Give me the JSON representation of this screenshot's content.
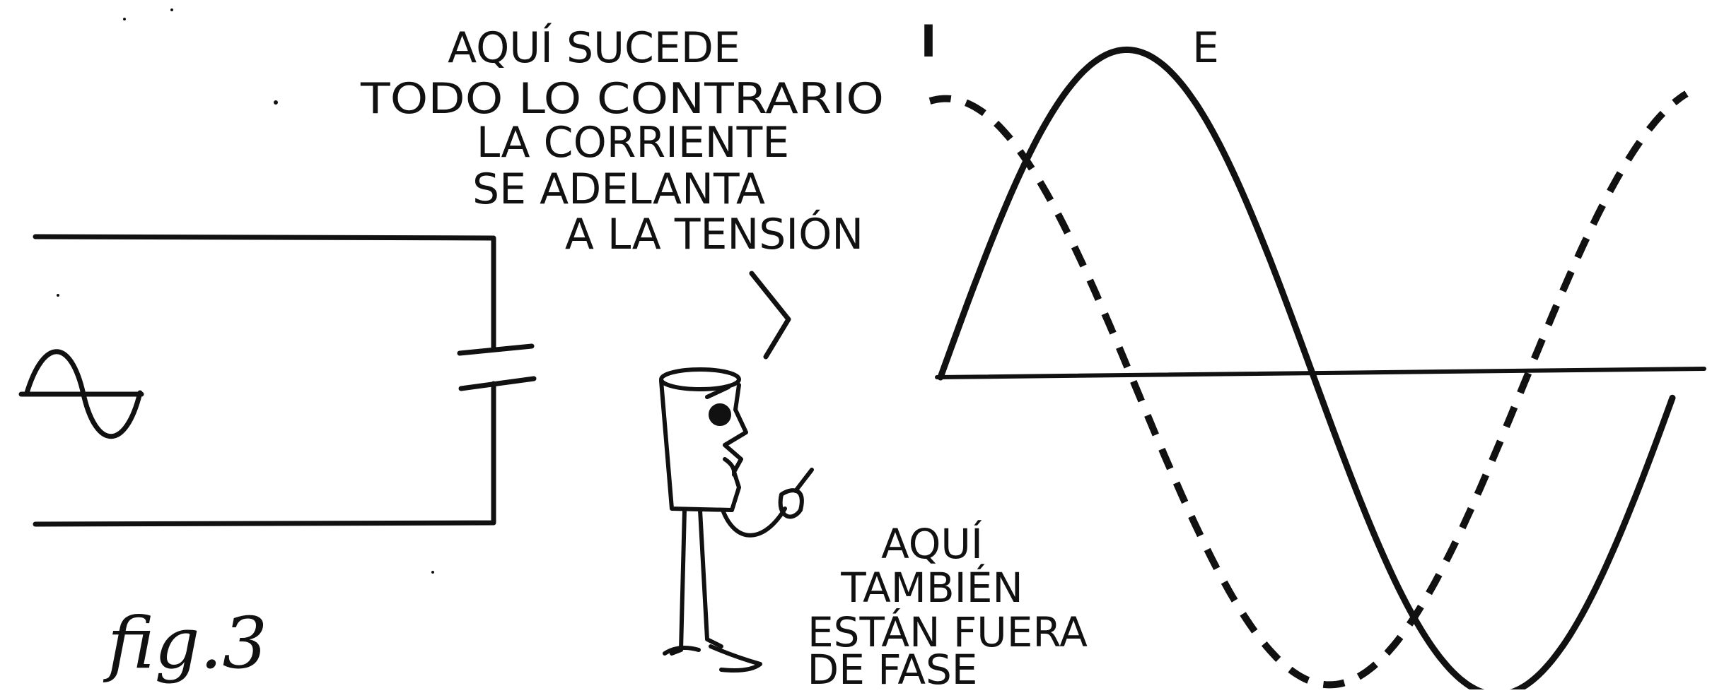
{
  "speech_bubble": {
    "lines": [
      "AQUÍ SUCEDE",
      "TODO LO CONTRARIO",
      "LA CORRIENTE",
      "SE ADELANTA",
      "A LA TENSIÓN"
    ]
  },
  "bottom_note": {
    "lines": [
      "AQUÍ",
      "TAMBIÉN",
      "ESTÁN FUERA",
      "DE FASE"
    ]
  },
  "wave_labels": {
    "current": "I",
    "voltage": "E"
  },
  "figure_label": "fig.3",
  "colors": {
    "ink": "#111111",
    "paper": "#ffffff"
  }
}
